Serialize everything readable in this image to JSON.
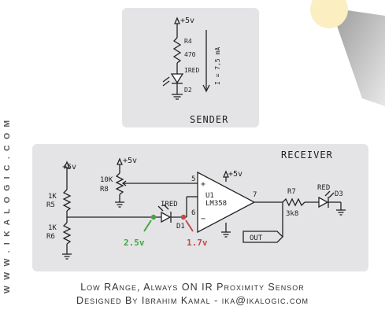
{
  "site_url": "W W W . I K A L O G I C . C O M",
  "sender": {
    "title": "SENDER",
    "supply": "+5v",
    "resistor_name": "R4",
    "resistor_value": "470",
    "led_type": "IRED",
    "led_name": "D2",
    "current": "I = 7,5 mA"
  },
  "receiver": {
    "title": "RECEIVER",
    "supply_r5": "+5v",
    "supply_r8": "+5v",
    "supply_opamp": "+5v",
    "r5_value": "1K",
    "r5_name": "R5",
    "r6_value": "1K",
    "r6_name": "R6",
    "r8_value": "10K",
    "r8_name": "R8",
    "d1_type": "IRED",
    "d1_name": "D1",
    "opamp_name": "U1",
    "opamp_part": "LM358",
    "pin5": "5",
    "pin6": "6",
    "pin7": "7",
    "plus": "+",
    "minus": "−",
    "r7_name": "R7",
    "r7_value": "3k8",
    "d3_color": "RED",
    "d3_name": "D3",
    "out_label": "OUT",
    "v_ref": "2.5v",
    "v_ref_color": "#3fa83f",
    "v_sense": "1.7v",
    "v_sense_color": "#c24a4a"
  },
  "caption_line1": "Low RAnge, Always ON IR Proximity Sensor",
  "caption_line2": "Designed By Ibrahim Kamal - ika@ikalogic.com"
}
